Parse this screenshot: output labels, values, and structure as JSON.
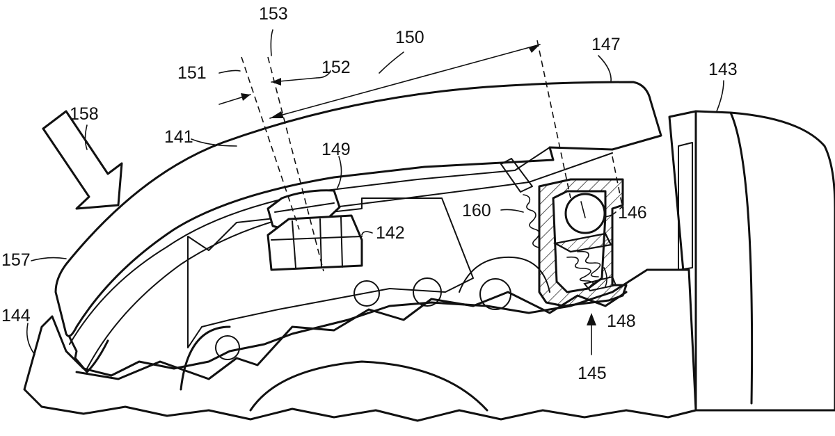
{
  "figure": {
    "description_type": "patent drawing",
    "labels": {
      "l141": "141",
      "l142": "142",
      "l143": "143",
      "l144": "144",
      "l145": "145",
      "l146": "146",
      "l147": "147",
      "l148": "148",
      "l149": "149",
      "l150": "150",
      "l151": "151",
      "l152": "152",
      "l153": "153",
      "l157": "157",
      "l158": "158",
      "l160": "160"
    }
  }
}
